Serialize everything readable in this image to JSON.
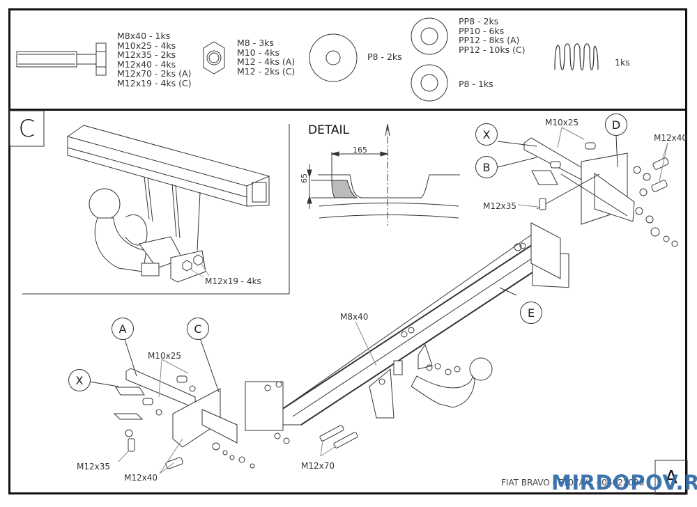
{
  "parts_legend": {
    "bolts": [
      "M8x40 - 1ks",
      "M10x25 - 4ks",
      "M12x35 - 2ks",
      "M12x40 - 4ks",
      "M12x70 - 2ks (A)",
      "M12x19 - 4ks (C)"
    ],
    "nuts": [
      "M8 - 3ks",
      "M10 - 4ks",
      "M12 - 4ks (A)",
      "M12 - 2ks (C)"
    ],
    "large_washer": "P8 - 2ks",
    "washers": [
      "PP8 - 2ks",
      "PP10 - 6ks",
      "PP12 - 8ks (A)",
      "PP12 - 10ks (C)"
    ],
    "small_washer": "P8 - 1ks",
    "spring": "1ks"
  },
  "variant_c_inset": {
    "label": "C",
    "bolt_callout": "M12x19 - 4ks"
  },
  "detail": {
    "title": "DETAIL",
    "dim_horizontal": "165",
    "dim_vertical": "65"
  },
  "main_assembly": {
    "callouts": {
      "x_right": "X",
      "b": "B",
      "d": "D",
      "e": "E",
      "a": "A",
      "c": "C",
      "x_left": "X"
    },
    "bolt_labels": {
      "m10x25_right": "M10x25",
      "m12x40_right": "M12x40",
      "m12x35_right": "M12x35",
      "m8x40": "M8x40",
      "m10x25_left": "M10x25",
      "m12x35_left": "M12x35",
      "m12x40_left": "M12x40",
      "m12x70": "M12x70"
    }
  },
  "title_block": {
    "text": "FIAT BRAVO - F107A/C - 04022008",
    "variant_box": "A"
  },
  "watermark": "MIRDOPOV.RU"
}
